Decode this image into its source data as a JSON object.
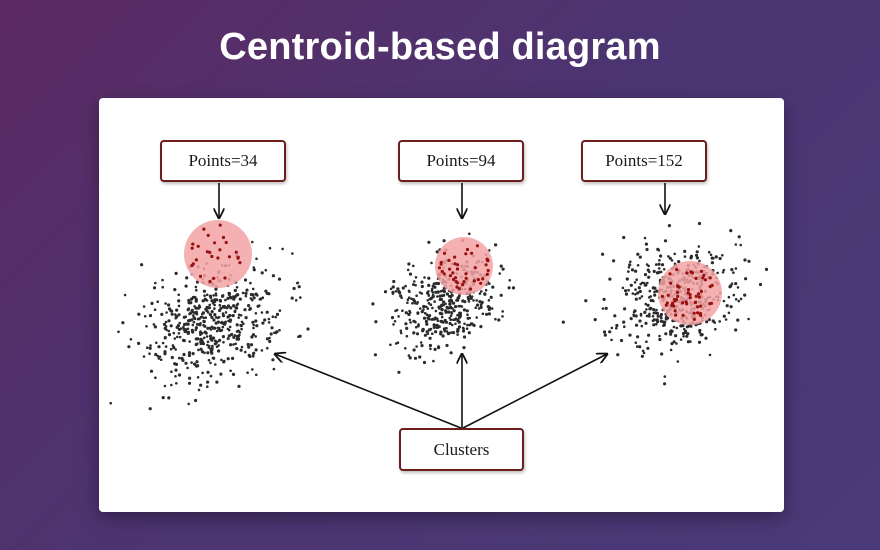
{
  "page": {
    "title": "Centroid-based diagram"
  },
  "diagram": {
    "clusters": [
      {
        "label": "Points=34"
      },
      {
        "label": "Points=94"
      },
      {
        "label": "Points=152"
      }
    ],
    "shared_label": "Clusters",
    "colors": {
      "point": "#2b2b2b",
      "highlight_point": "#9a1010",
      "centroid_fill": "#f3a3a3",
      "box_border": "#6e1d1d",
      "arrow": "#111111"
    }
  }
}
